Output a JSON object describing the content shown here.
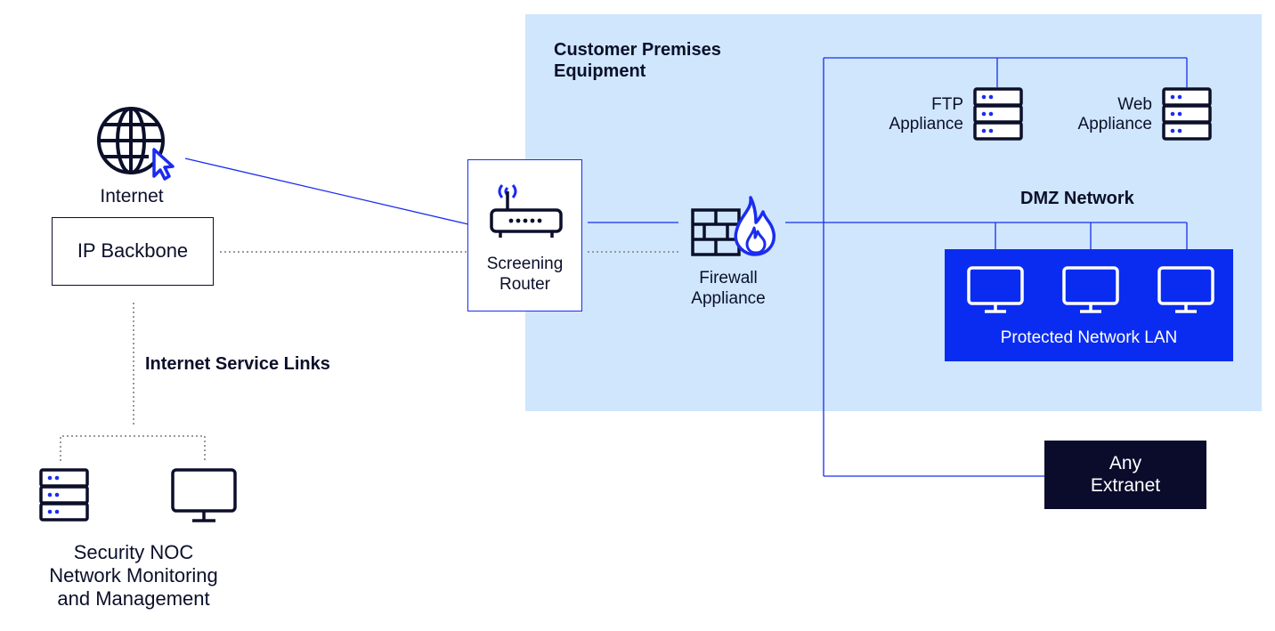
{
  "internet": {
    "label": "Internet",
    "icon": "globe-cursor-icon"
  },
  "ip_backbone": {
    "label": "IP Backbone"
  },
  "service_links": {
    "label": "Internet Service Links"
  },
  "noc": {
    "label_lines": [
      "Security NOC",
      "Network Monitoring",
      "and Management"
    ],
    "icons": [
      "server-icon",
      "monitor-icon"
    ]
  },
  "premises": {
    "title_lines": [
      "Customer Premises",
      "Equipment"
    ]
  },
  "router": {
    "label_lines": [
      "Screening",
      "Router"
    ],
    "icon": "router-icon"
  },
  "firewall": {
    "label_lines": [
      "Firewall",
      "Appliance"
    ],
    "icon": "firewall-icon"
  },
  "ftp": {
    "label_lines": [
      "FTP",
      "Appliance"
    ],
    "icon": "server-icon"
  },
  "web": {
    "label_lines": [
      "Web",
      "Appliance"
    ],
    "icon": "server-icon"
  },
  "dmz": {
    "label": "DMZ Network"
  },
  "lan": {
    "label": "Protected Network LAN",
    "icons": [
      "monitor-icon",
      "monitor-icon",
      "monitor-icon"
    ]
  },
  "extranet": {
    "label_lines": [
      "Any",
      "Extranet"
    ]
  },
  "colors": {
    "accent": "#1a2cf0",
    "navy": "#0b0f2a",
    "premises_bg": "#cfe6fc",
    "lan_bg": "#0a2cf0",
    "extranet_bg": "#0b0c2c"
  }
}
